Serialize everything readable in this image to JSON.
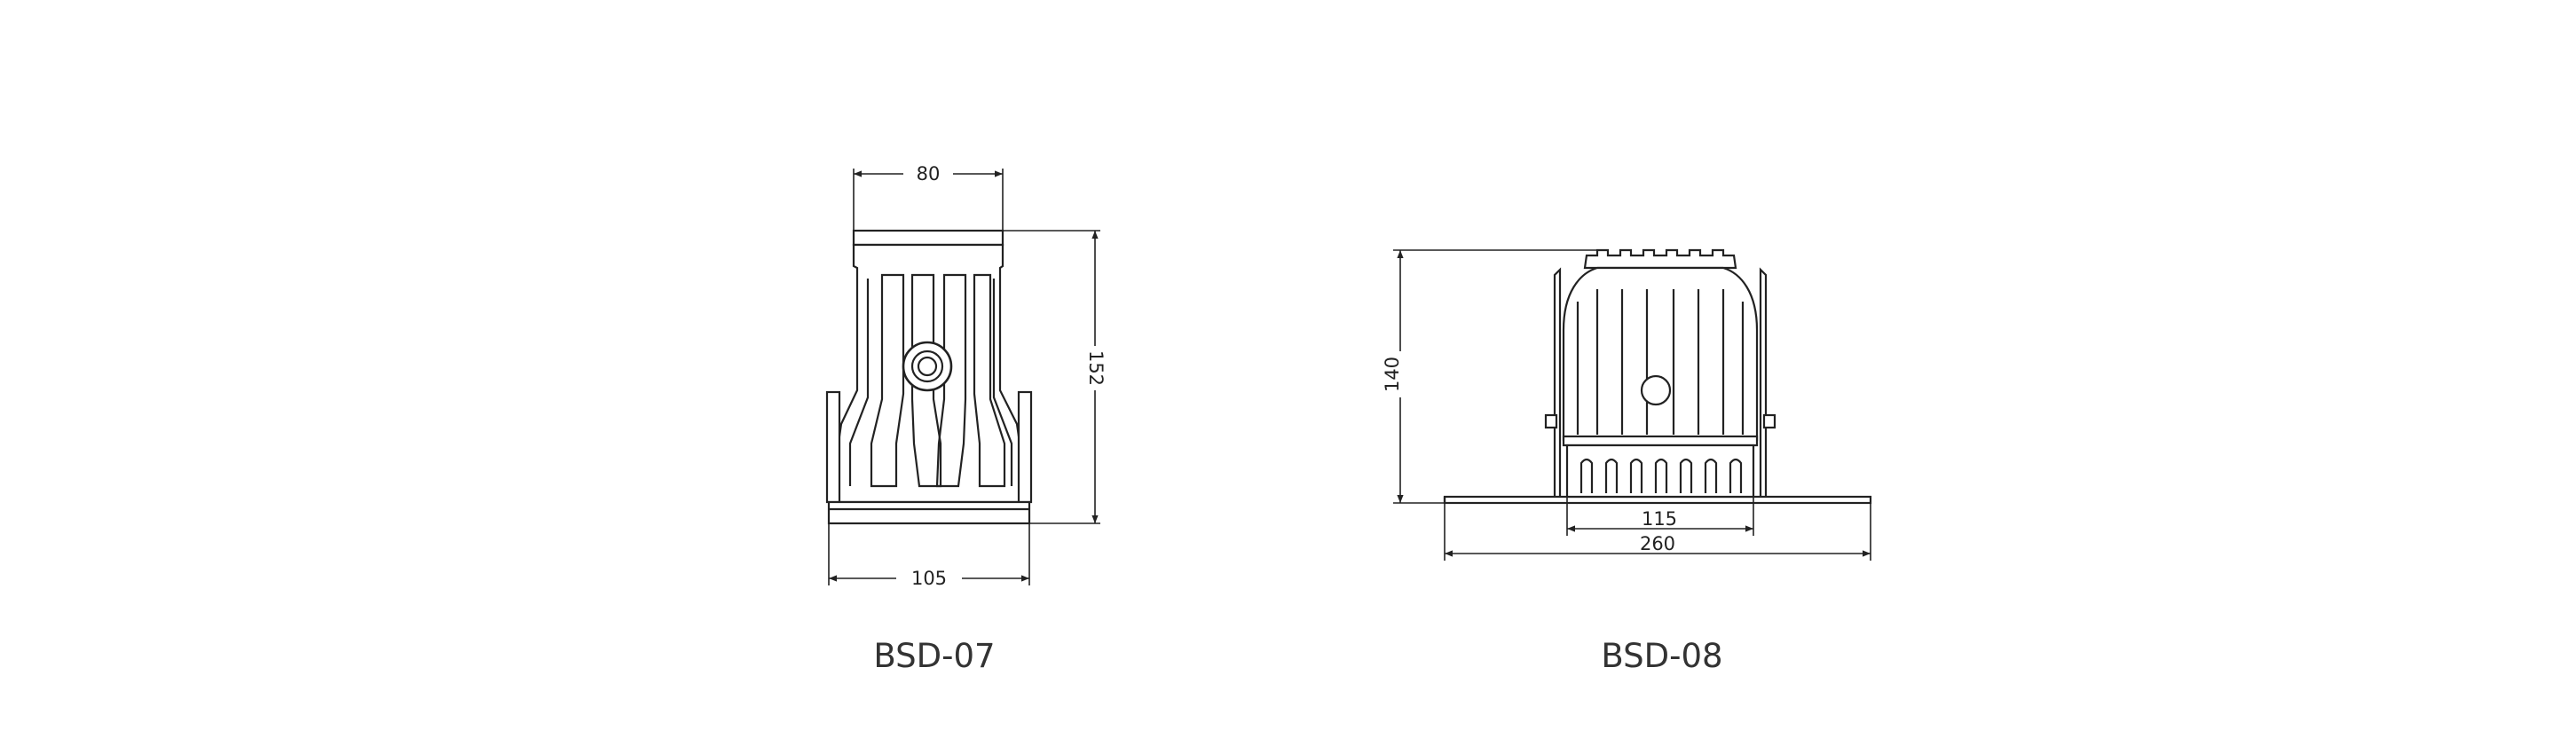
{
  "products": [
    {
      "id": "bsd07",
      "caption": "BSD-07",
      "dimensions": {
        "top_width": "80",
        "height": "152",
        "bottom_width": "105"
      }
    },
    {
      "id": "bsd08",
      "caption": "BSD-08",
      "dimensions": {
        "height": "140",
        "inner_width": "115",
        "outer_width": "260"
      }
    }
  ],
  "colors": {
    "line": "#222222",
    "body_fill": "#ffffff",
    "caption": "#333333"
  }
}
